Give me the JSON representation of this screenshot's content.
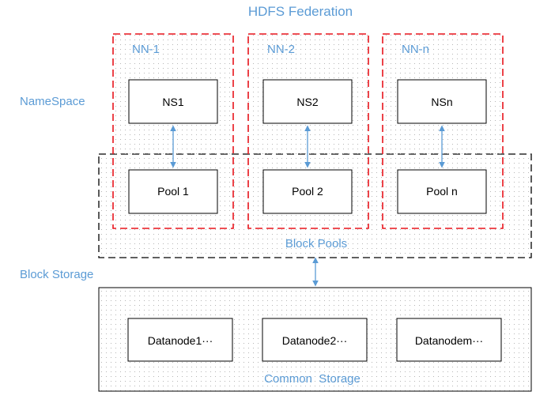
{
  "title": "HDFS Federation",
  "side_labels": {
    "namespace": "NameSpace",
    "block_storage": "Block Storage"
  },
  "namenodes": [
    {
      "label": "NN-1",
      "ns": "NS1",
      "pool": "Pool 1"
    },
    {
      "label": "NN-2",
      "ns": "NS2",
      "pool": "Pool 2"
    },
    {
      "label": "NN-n",
      "ns": "NSn",
      "pool": "Pool n"
    }
  ],
  "block_pools_label": "Block Pools",
  "datanodes": [
    "Datanode1···",
    "Datanode2···",
    "Datanodem···"
  ],
  "common_storage_label": "Common  Storage",
  "colors": {
    "blue_text": "#5b9bd5",
    "red_dash": "#e8141c",
    "black_dash": "#000000",
    "arrow": "#5b9bd5",
    "box_border": "#000000"
  }
}
